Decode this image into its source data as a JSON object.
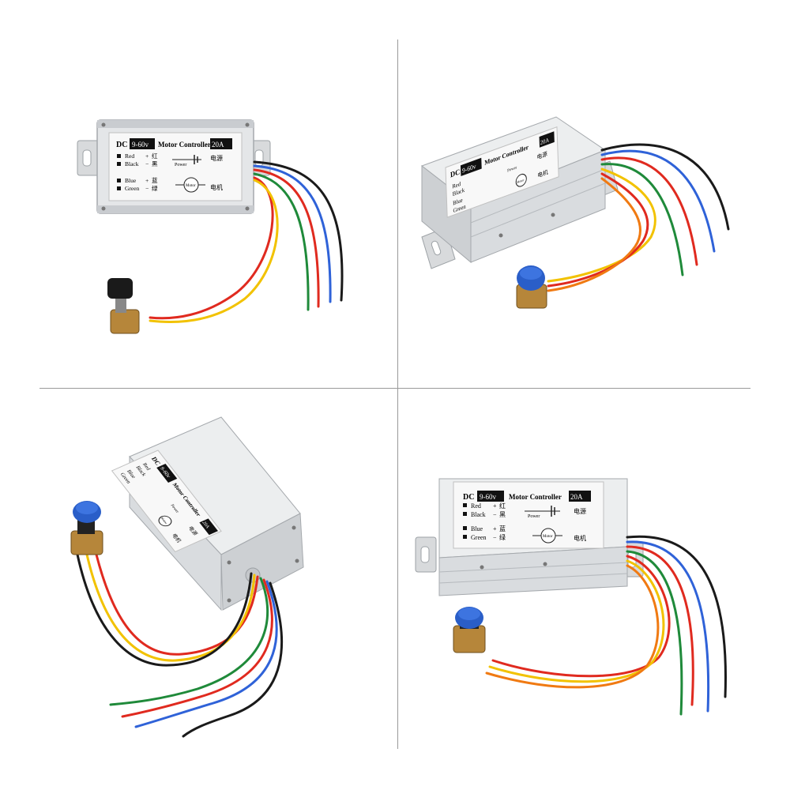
{
  "label": {
    "dc": "DC",
    "range": "9-60v",
    "title": "Motor Controller",
    "amps": "20A",
    "power": "Power",
    "motor": "Motor",
    "power_cn": "电源",
    "motor_cn": "电机",
    "rows": [
      {
        "name": "Red",
        "sign": "+",
        "cn": "红"
      },
      {
        "name": "Black",
        "sign": "−",
        "cn": "黑"
      },
      {
        "name": "Blue",
        "sign": "+",
        "cn": "蓝"
      },
      {
        "name": "Green",
        "sign": "−",
        "cn": "绿"
      }
    ]
  },
  "colors": {
    "wire_red": "#e02a1f",
    "wire_black": "#1a1a1a",
    "wire_blue": "#2f62d8",
    "wire_green": "#1f8a3a",
    "wire_yellow": "#f2c200",
    "wire_orange": "#f07a12",
    "knob_blue": "#2a5ec8",
    "knob_black": "#1a1a1a",
    "housing": "#e4e6e8",
    "housing_shadow": "#c9ccd0"
  }
}
